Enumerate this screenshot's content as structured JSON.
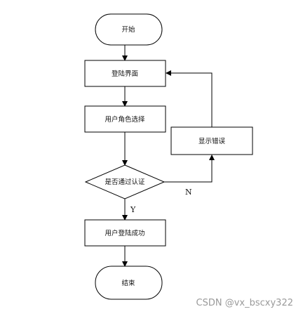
{
  "flowchart": {
    "start": "开始",
    "login_page": "登陆界面",
    "select_role": "用户角色选择",
    "decision": "是否通过认证",
    "show_error": "显示错误",
    "login_success": "用户登陆成功",
    "end": "结束",
    "yes_label": "Y",
    "no_label": "N"
  },
  "watermark": "CSDN @vx_bscxy322"
}
